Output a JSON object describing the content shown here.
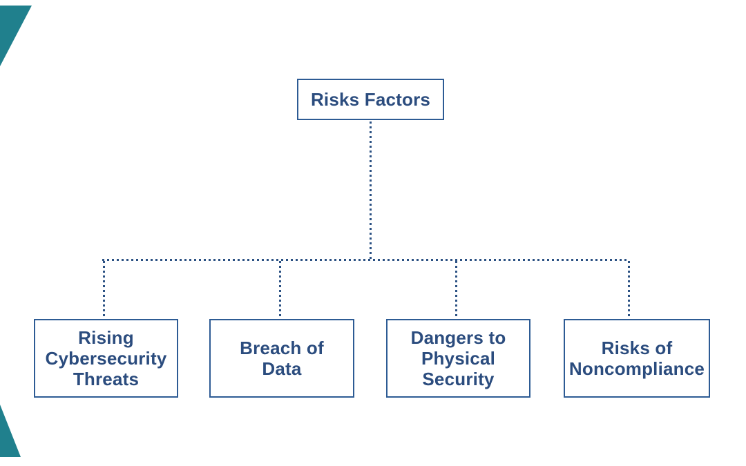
{
  "canvas": {
    "background": "#ffffff"
  },
  "decorations": {
    "corner_triangle_color": "#20808d"
  },
  "diagram": {
    "type": "org-chart",
    "connector_style": "square-dotted",
    "root": {
      "label": "Risks Factors"
    },
    "children": [
      {
        "label": "Rising\nCybersecurity\nThreats"
      },
      {
        "label": "Breach of\nData"
      },
      {
        "label": "Dangers to\nPhysical\nSecurity"
      },
      {
        "label": "Risks of\nNoncompliance"
      }
    ],
    "colors": {
      "box_border": "#2d5b94",
      "box_fill": "#ffffff",
      "label_text": "#2b4c7e",
      "connector": "#2b5183"
    }
  }
}
